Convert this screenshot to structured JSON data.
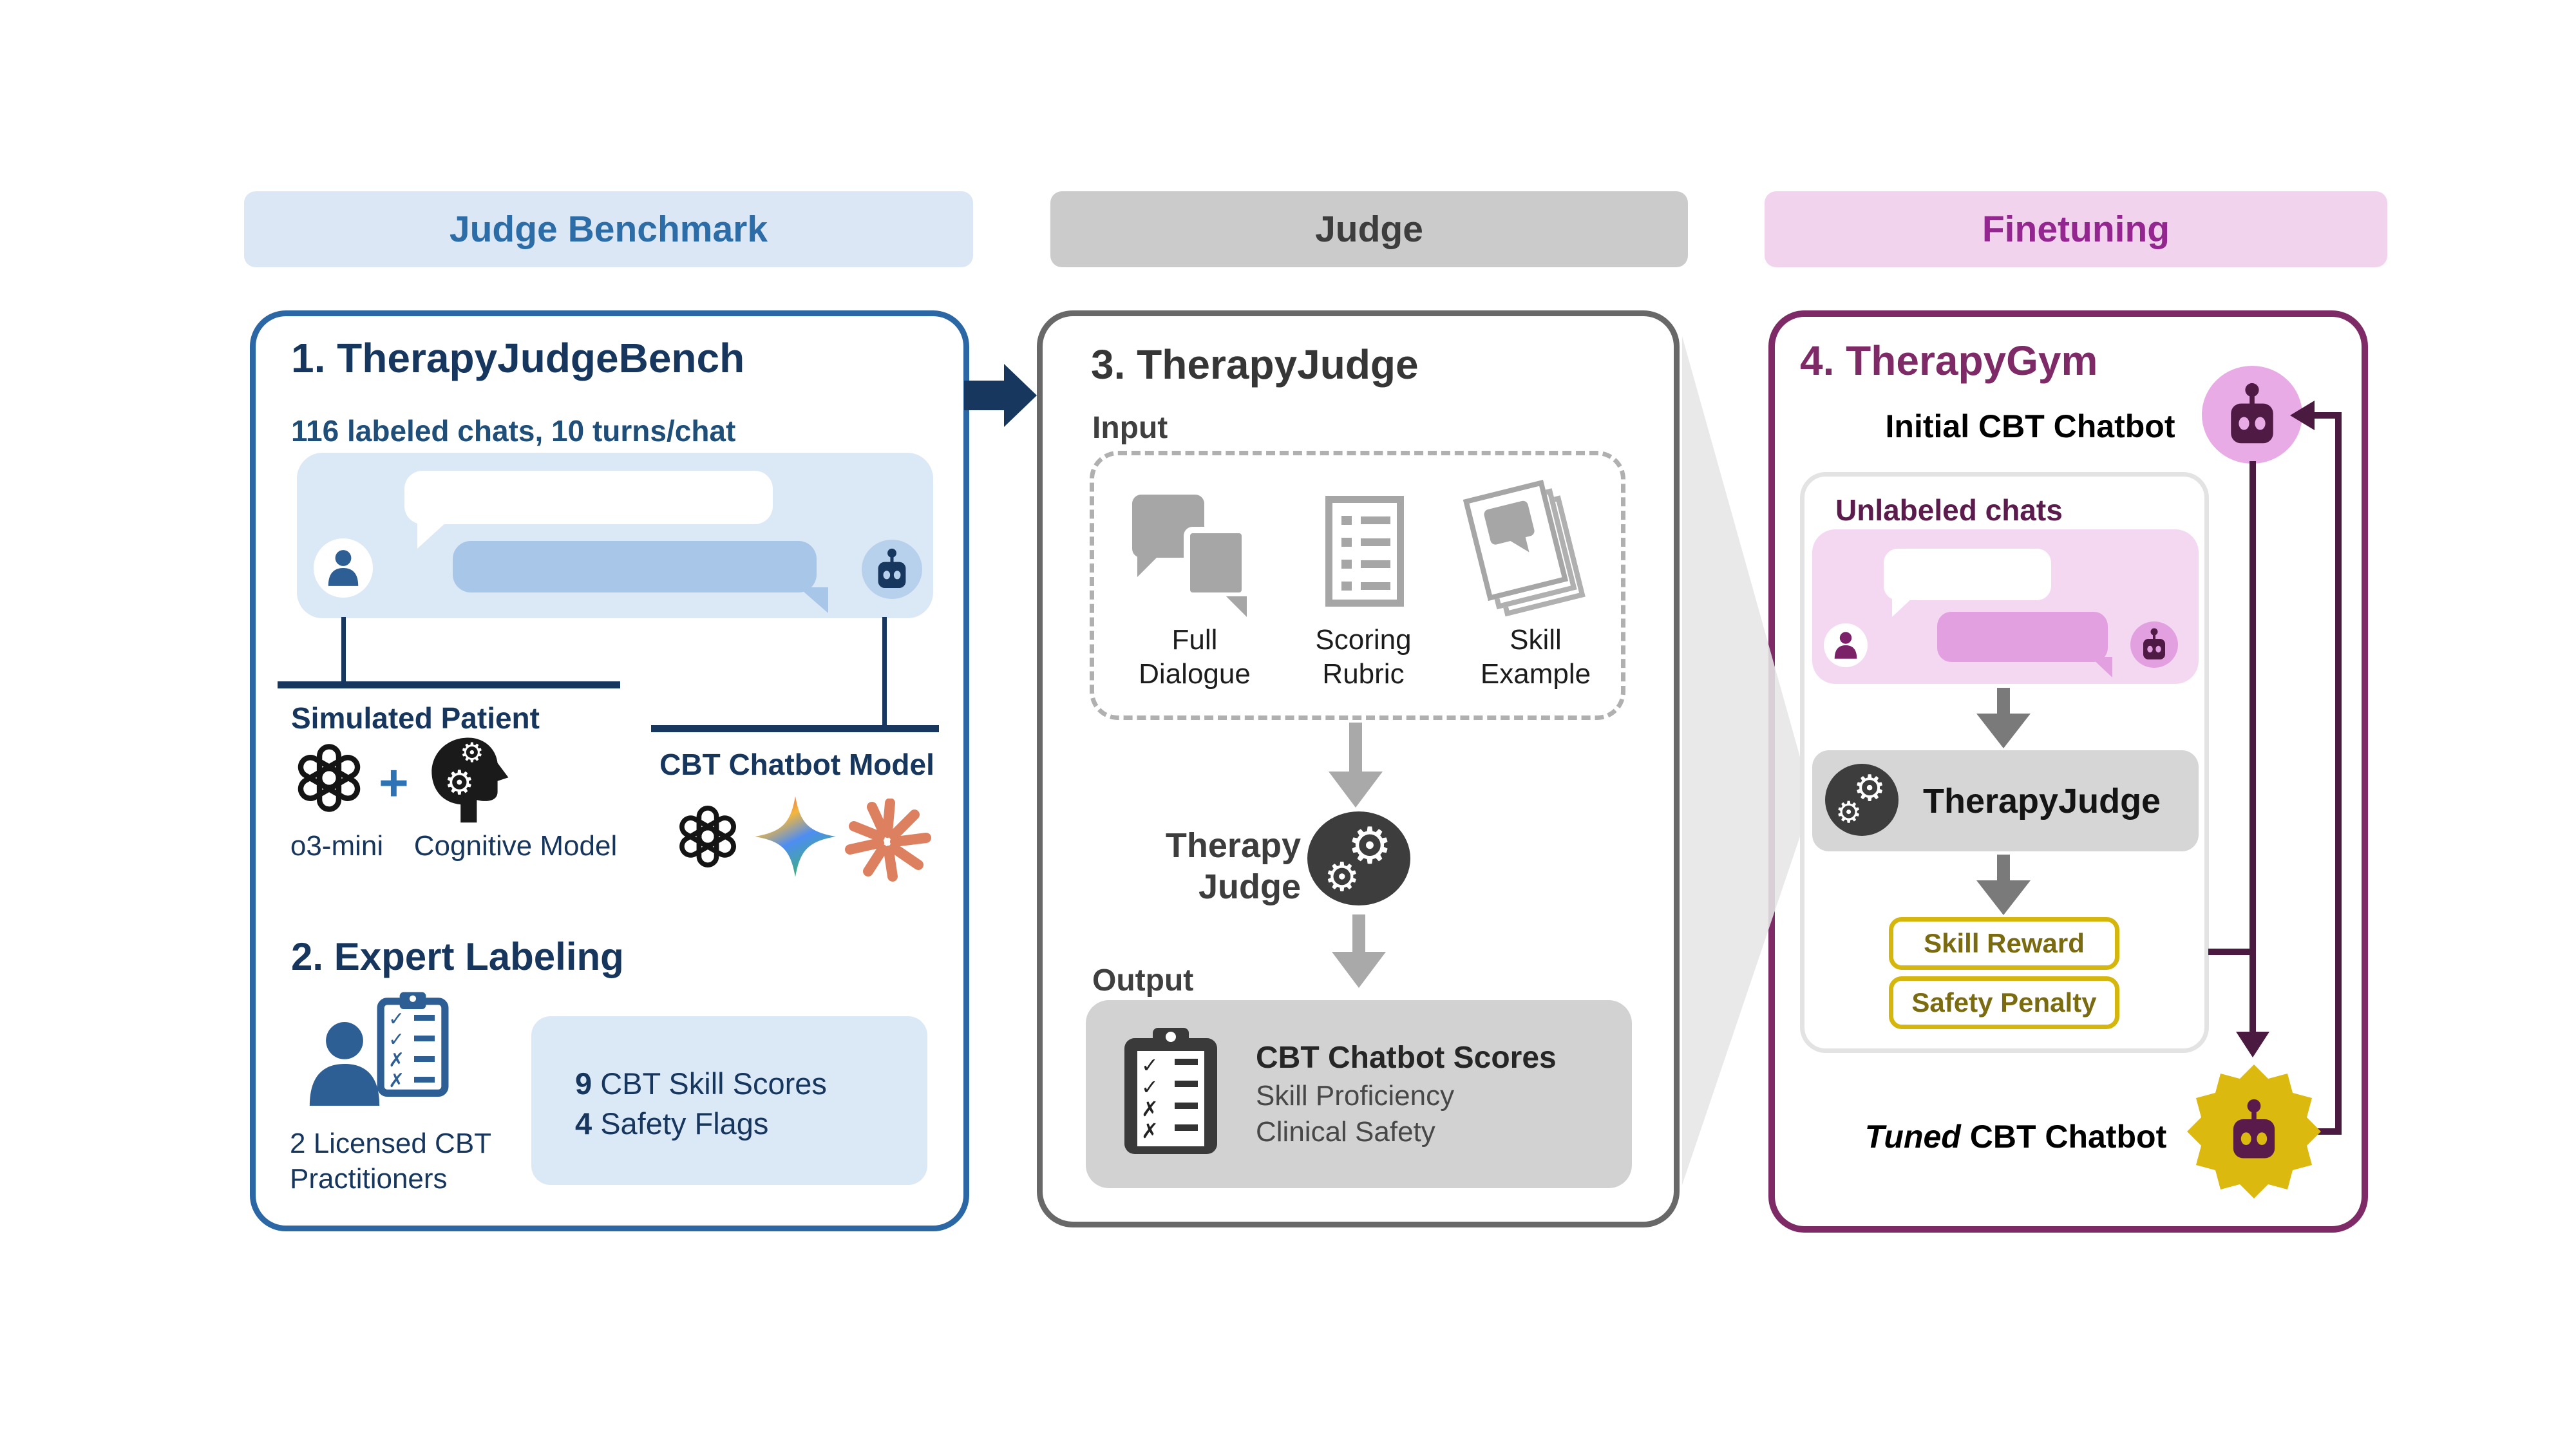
{
  "pills": {
    "benchmark": "Judge Benchmark",
    "judge": "Judge",
    "finetuning": "Finetuning"
  },
  "icons": {
    "gear": "⚙",
    "check": "✓",
    "cross": "✗",
    "plus": "+"
  },
  "panel1": {
    "title": "1. TherapyJudgeBench",
    "subtitle": "116 labeled chats, 10 turns/chat",
    "simulated_patient": "Simulated Patient",
    "o3_mini": "o3-mini",
    "cognitive_model": "Cognitive Model",
    "cbt_chatbot_model": "CBT Chatbot Model",
    "expert_title": "2. Expert Labeling",
    "practitioners_line1": "2 Licensed CBT",
    "practitioners_line2": "Practitioners",
    "skill_scores_num": "9",
    "skill_scores_text": " CBT Skill Scores",
    "safety_flags_num": "4",
    "safety_flags_text": " Safety Flags"
  },
  "panel2": {
    "title": "3. TherapyJudge",
    "input_label": "Input",
    "inputs": [
      {
        "line1": "Full",
        "line2": "Dialogue"
      },
      {
        "line1": "Scoring",
        "line2": "Rubric"
      },
      {
        "line1": "Skill",
        "line2": "Example"
      }
    ],
    "judge_line1": "Therapy",
    "judge_line2": "Judge",
    "output_label": "Output",
    "output_title": "CBT Chatbot Scores",
    "output_line1": "Skill Proficiency",
    "output_line2": "Clinical Safety"
  },
  "panel3": {
    "title": "4. TherapyGym",
    "initial_chatbot": "Initial CBT Chatbot",
    "unlabeled_chats": "Unlabeled chats",
    "judge_bar": "TherapyJudge",
    "skill_reward": "Skill Reward",
    "safety_penalty": "Safety Penalty",
    "tuned_word": "Tuned",
    "tuned_rest": " CBT Chatbot"
  },
  "colors": {
    "accent_blue": "#2c6da8",
    "navy": "#17375e",
    "panel_gray": "#686868",
    "magenta": "#93268f",
    "dark_purple": "#4f1a43",
    "gold": "#dcb90f",
    "salmon": "#dd8060"
  }
}
